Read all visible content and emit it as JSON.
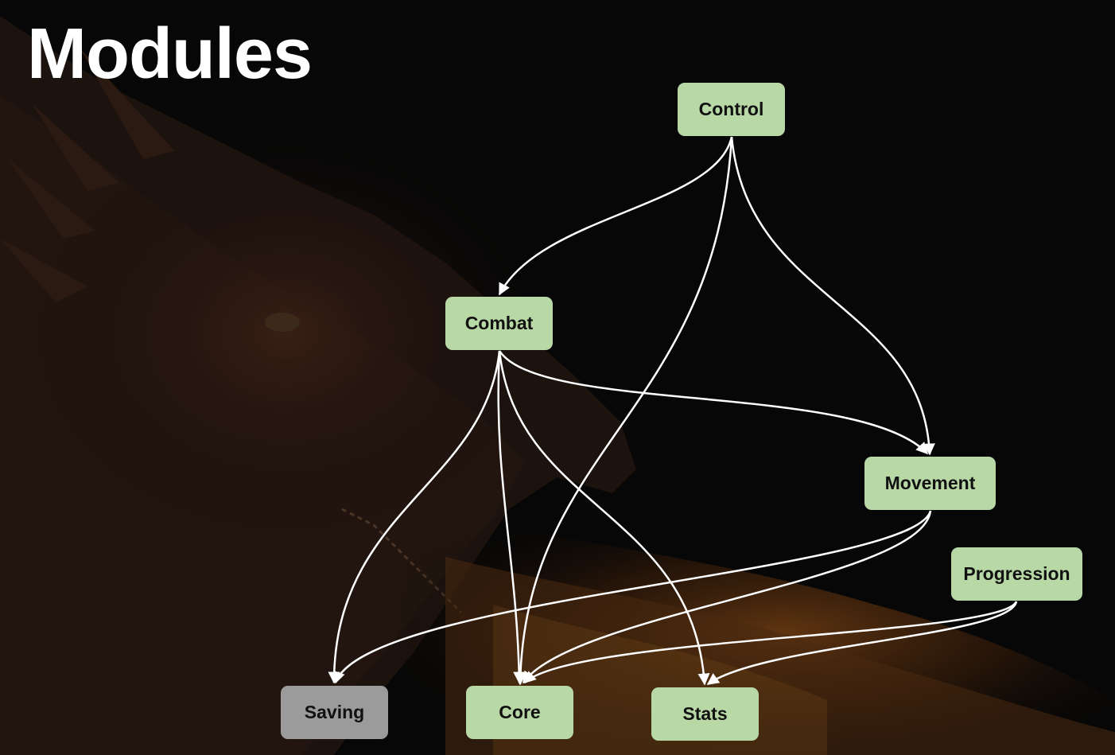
{
  "title": "Modules",
  "colors": {
    "node_fill": "#b8d8a6",
    "node_fill_disabled": "#9b9b9b",
    "edge": "#ffffff",
    "background": "#070707",
    "title_text": "#ffffff"
  },
  "background_image": "dark red dragon breathing fire, dimmed",
  "nodes": {
    "control": {
      "label": "Control",
      "state": "active"
    },
    "combat": {
      "label": "Combat",
      "state": "active"
    },
    "movement": {
      "label": "Movement",
      "state": "active"
    },
    "progression": {
      "label": "Progression",
      "state": "active"
    },
    "saving": {
      "label": "Saving",
      "state": "disabled"
    },
    "core": {
      "label": "Core",
      "state": "active"
    },
    "stats": {
      "label": "Stats",
      "state": "active"
    }
  },
  "edges": [
    {
      "from": "control",
      "to": "combat"
    },
    {
      "from": "control",
      "to": "core"
    },
    {
      "from": "control",
      "to": "movement"
    },
    {
      "from": "combat",
      "to": "movement"
    },
    {
      "from": "combat",
      "to": "saving"
    },
    {
      "from": "combat",
      "to": "core"
    },
    {
      "from": "combat",
      "to": "stats"
    },
    {
      "from": "movement",
      "to": "saving"
    },
    {
      "from": "movement",
      "to": "core"
    },
    {
      "from": "progression",
      "to": "core"
    },
    {
      "from": "progression",
      "to": "stats"
    }
  ]
}
